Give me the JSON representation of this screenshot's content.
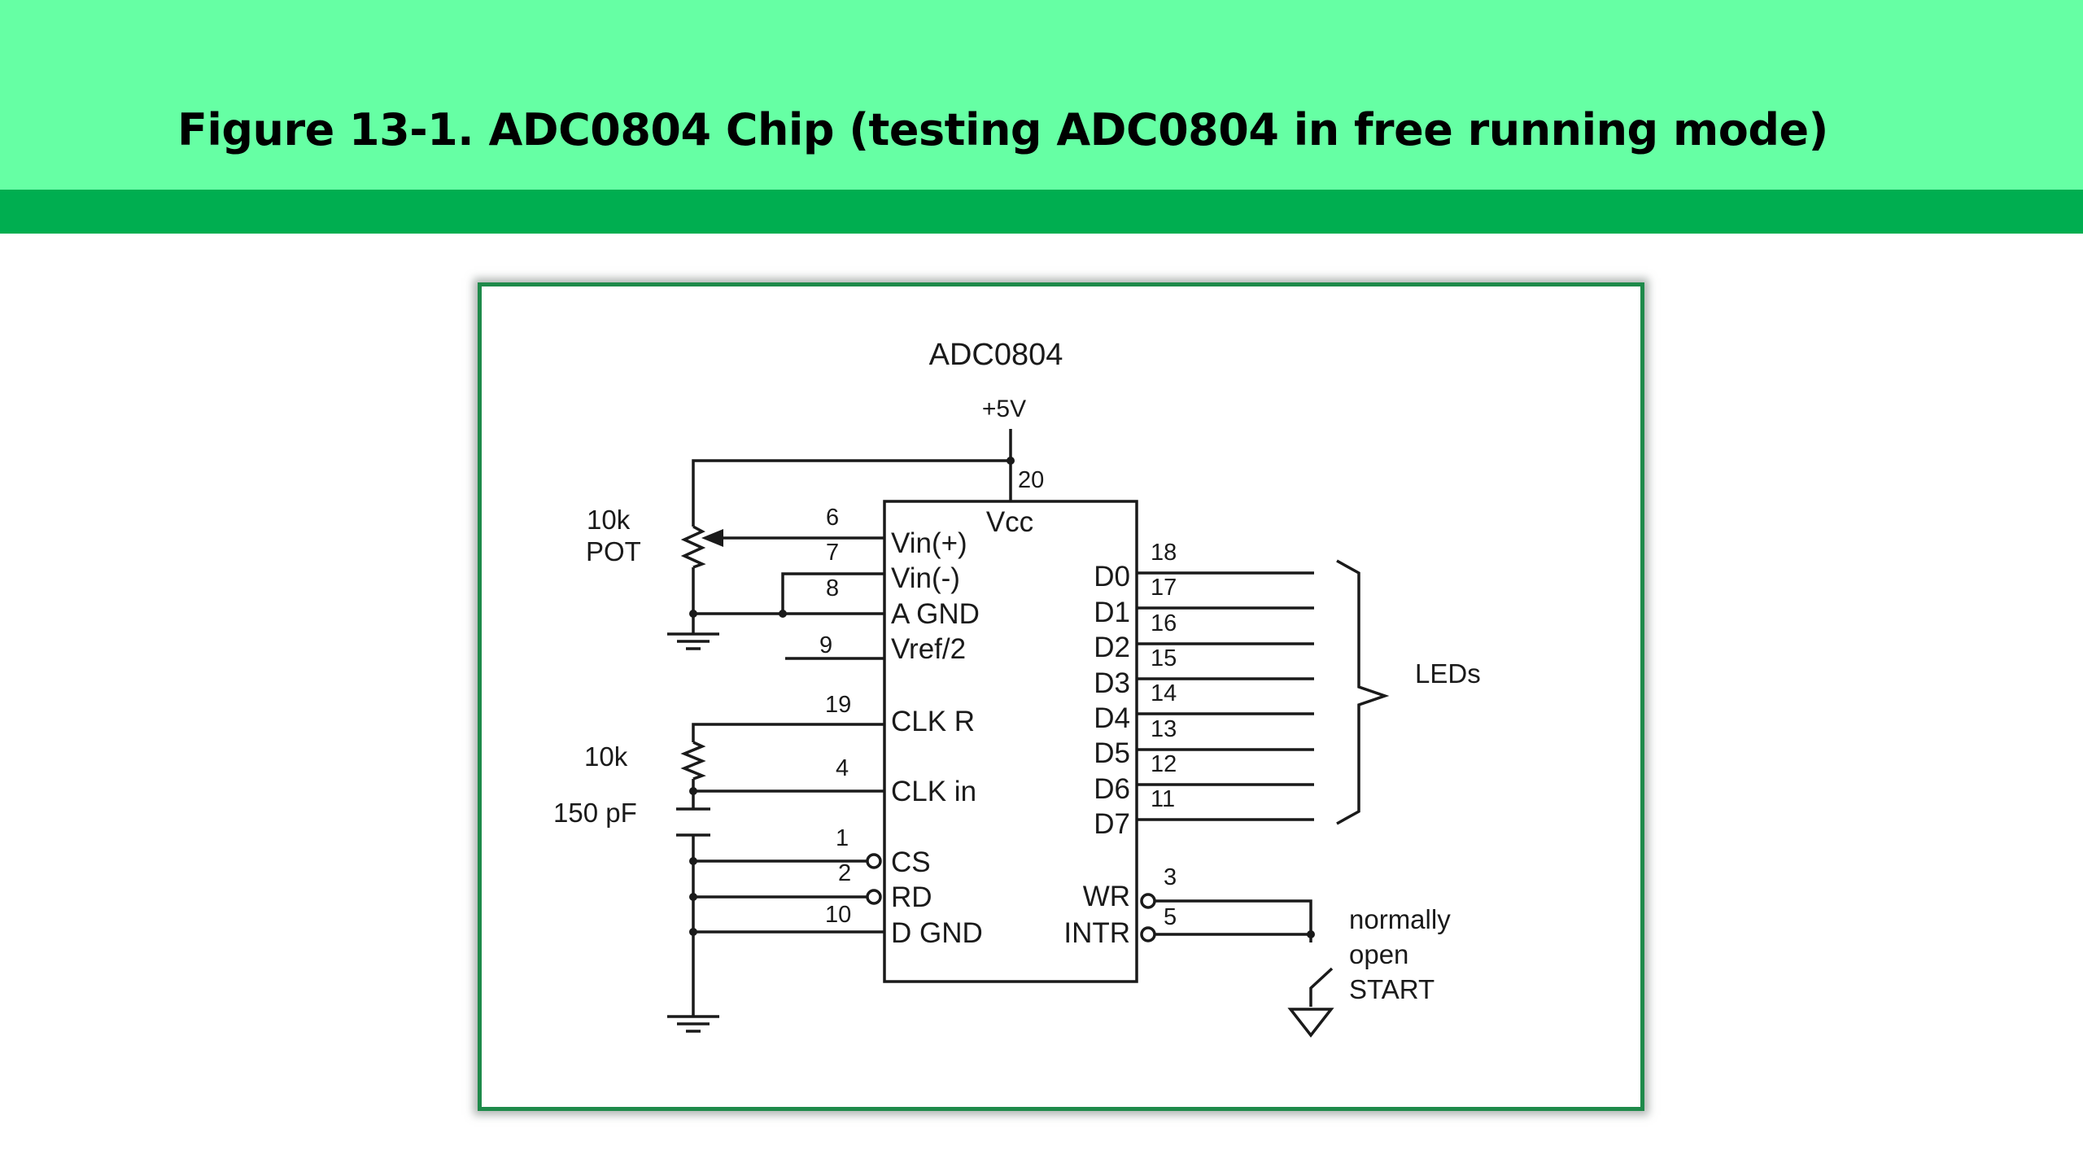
{
  "slide": {
    "title": "Figure 13-1. ADC0804 Chip (testing ADC0804 in free running mode)",
    "colors": {
      "title_band": "#66ffa4",
      "accent_bar": "#00ae50",
      "frame_border": "#1e8a4a"
    }
  },
  "schematic": {
    "chip_name": "ADC0804",
    "supply_label": "+5V",
    "pot_value": "10k",
    "pot_label": "POT",
    "clock_resistor": "10k",
    "clock_capacitor": "150 pF",
    "leds_label": "LEDs",
    "switch_label_lines": [
      "normally",
      "open",
      "START"
    ],
    "chip_pins": {
      "vcc": {
        "num": "20",
        "sig": "Vcc"
      },
      "left": [
        {
          "num": "6",
          "sig": "Vin(+)"
        },
        {
          "num": "7",
          "sig": "Vin(-)"
        },
        {
          "num": "8",
          "sig": "A GND"
        },
        {
          "num": "9",
          "sig": "Vref/2"
        },
        {
          "num": "19",
          "sig": "CLK R"
        },
        {
          "num": "4",
          "sig": "CLK in"
        },
        {
          "num": "1",
          "sig": "CS"
        },
        {
          "num": "2",
          "sig": "RD"
        },
        {
          "num": "10",
          "sig": "D GND"
        }
      ],
      "outputs": [
        {
          "num": "18",
          "sig": "D0"
        },
        {
          "num": "17",
          "sig": "D1"
        },
        {
          "num": "16",
          "sig": "D2"
        },
        {
          "num": "15",
          "sig": "D3"
        },
        {
          "num": "14",
          "sig": "D4"
        },
        {
          "num": "13",
          "sig": "D5"
        },
        {
          "num": "12",
          "sig": "D6"
        },
        {
          "num": "11",
          "sig": "D7"
        }
      ],
      "right_ctrl": [
        {
          "num": "3",
          "sig": "WR"
        },
        {
          "num": "5",
          "sig": "INTR"
        }
      ]
    }
  }
}
